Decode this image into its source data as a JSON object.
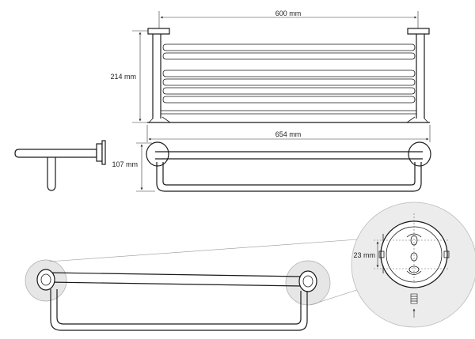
{
  "dimensions": {
    "top_width": "600 mm",
    "top_depth": "214 mm",
    "overall_width": "654 mm",
    "height": "107 mm",
    "mount_spacing": "23 mm"
  }
}
